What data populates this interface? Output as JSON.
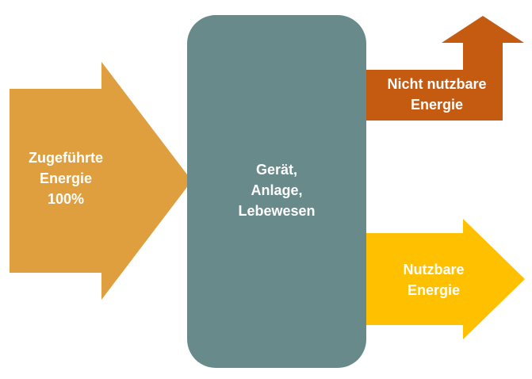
{
  "colors": {
    "input_arrow": "#DF9F3E",
    "device_box": "#688A8B",
    "waste_arrow": "#C55A11",
    "useful_arrow": "#FFC000",
    "text": "#FFFFFF"
  },
  "input_energy": {
    "line1": "Zugeführte",
    "line2": "Energie",
    "line3": "100%"
  },
  "device": {
    "line1": "Gerät,",
    "line2": "Anlage,",
    "line3": "Lebewesen"
  },
  "waste_energy": {
    "line1": "Nicht nutzbare",
    "line2": "Energie"
  },
  "useful_energy": {
    "line1": "Nutzbare",
    "line2": "Energie"
  }
}
